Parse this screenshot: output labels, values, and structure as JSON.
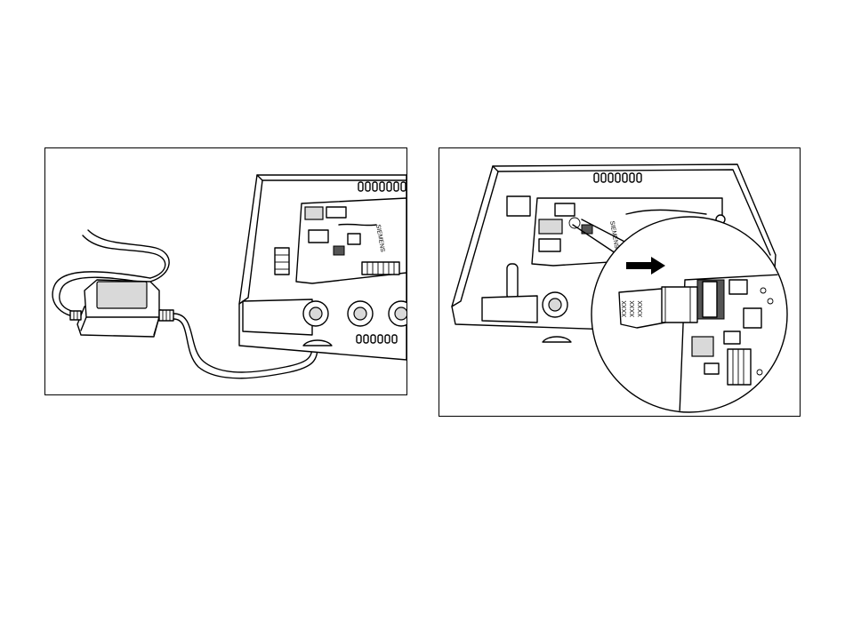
{
  "figures": [
    {
      "id": "power-connection",
      "content": "transformer-cable-to-housing"
    },
    {
      "id": "module-insertion",
      "content": "plug-in-module-detail",
      "module_label_lines": [
        "XXXX",
        "XXXX",
        "XXXX"
      ],
      "arrow_direction": "right"
    }
  ],
  "board_brand": "SIEMENS",
  "colors": {
    "line": "#000000",
    "background": "#ffffff",
    "shade": "#d9d9d9"
  }
}
